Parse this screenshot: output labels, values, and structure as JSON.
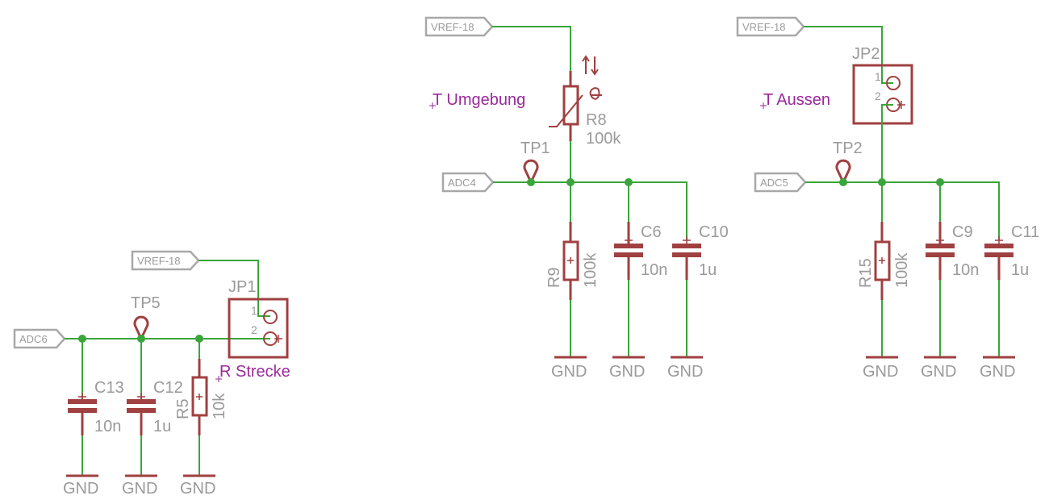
{
  "ports": {
    "vref_a": "VREF-18",
    "vref_b": "VREF-18",
    "vref_c": "VREF-18",
    "adc6": "ADC6",
    "adc4": "ADC4",
    "adc5": "ADC5"
  },
  "left_block": {
    "note": "R Strecke",
    "jp1": "JP1",
    "jp1_pin1": "1",
    "jp1_pin2": "2",
    "tp5": "TP5",
    "c13_name": "C13",
    "c13_value": "10n",
    "c12_name": "C12",
    "c12_value": "1u",
    "r5_name": "R5",
    "r5_value": "10k",
    "gnd1": "GND",
    "gnd2": "GND",
    "gnd3": "GND"
  },
  "middle_block": {
    "note": "T Umgebung",
    "r8_name": "R8",
    "r8_value": "100k",
    "tp1": "TP1",
    "r9_name": "R9",
    "r9_value": "100k",
    "c6_name": "C6",
    "c6_value": "10n",
    "c10_name": "C10",
    "c10_value": "1u",
    "gnd1": "GND",
    "gnd2": "GND",
    "gnd3": "GND"
  },
  "right_block": {
    "note": "T Aussen",
    "jp2": "JP2",
    "jp2_pin1": "1",
    "jp2_pin2": "2",
    "tp2": "TP2",
    "r15_name": "R15",
    "r15_value": "100k",
    "c9_name": "C9",
    "c9_value": "10n",
    "c11_name": "C11",
    "c11_value": "1u",
    "gnd1": "GND",
    "gnd2": "GND",
    "gnd3": "GND"
  },
  "colors": {
    "wire": "#3aa53a",
    "symbol": "#a04040",
    "label": "#9a9a9a",
    "note": "#9a2a9a"
  }
}
